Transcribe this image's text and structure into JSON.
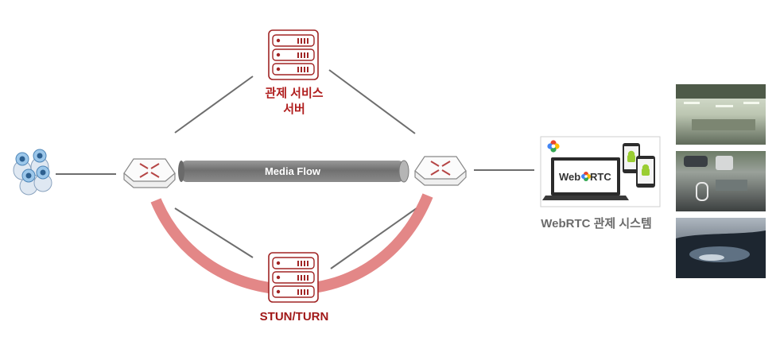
{
  "relay_server": {
    "label_line1": "관제 서비스",
    "label_line2": "서버"
  },
  "stun_server": {
    "label": "STUN/TURN"
  },
  "media_flow": {
    "label": "Media Flow"
  },
  "webrtc_system": {
    "label": "WebRTC 관제 시스템",
    "logo_text": "Web RTC",
    "logo_left": "Web",
    "logo_right": "RTC"
  },
  "colors": {
    "accent_red": "#b01e1e",
    "flow_pink": "#e07a7a",
    "pipe_gray": "#7a7a7a",
    "line_gray": "#6e6e6e"
  },
  "icons": [
    "server-rack-icon",
    "router-icon",
    "user-group-icon",
    "laptop-icon",
    "phone-icon",
    "webrtc-logo-icon",
    "android-icon"
  ]
}
